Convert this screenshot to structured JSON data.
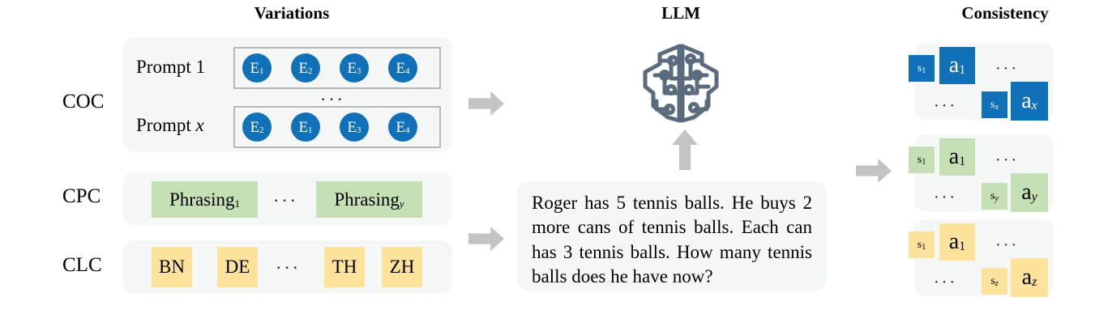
{
  "headers": {
    "variations": "Variations",
    "llm": "LLM",
    "consistency": "Consistency"
  },
  "row_labels": {
    "coc": "COC",
    "cpc": "CPC",
    "clc": "CLC"
  },
  "coc": {
    "prompt_first_label": "Prompt 1",
    "prompt_last_label_prefix": "Prompt ",
    "prompt_last_label_var": "x",
    "ellipsis": "···",
    "row1_elements": [
      {
        "base": "E",
        "sub": "1"
      },
      {
        "base": "E",
        "sub": "2"
      },
      {
        "base": "E",
        "sub": "3"
      },
      {
        "base": "E",
        "sub": "4"
      }
    ],
    "row2_elements": [
      {
        "base": "E",
        "sub": "2"
      },
      {
        "base": "E",
        "sub": "1"
      },
      {
        "base": "E",
        "sub": "3"
      },
      {
        "base": "E",
        "sub": "4"
      }
    ]
  },
  "cpc": {
    "first": {
      "base": "Phrasing",
      "sub": "1",
      "italic_sub": false
    },
    "last": {
      "base": "Phrasing",
      "sub": "y",
      "italic_sub": true
    },
    "ellipsis": "···"
  },
  "clc": {
    "languages": [
      "BN",
      "DE",
      "TH",
      "ZH"
    ],
    "ellipsis": "···"
  },
  "llm": {
    "icon": "brain-circuit-icon",
    "prompt_text": "Roger has 5 tennis balls. He buys 2 more cans of tennis balls. Each can has 3 tennis balls. How many tennis balls does he have now?"
  },
  "consistency": {
    "groups": [
      {
        "id": "blue",
        "color": "#1070b8",
        "first": {
          "s_base": "s",
          "s_sub": "1",
          "s_italic": false,
          "a_base": "a",
          "a_sub": "1",
          "a_italic": false
        },
        "last": {
          "s_base": "s",
          "s_sub": "x",
          "s_italic": true,
          "a_base": "a",
          "a_sub": "x",
          "a_italic": true
        },
        "ellipsis": "···"
      },
      {
        "id": "green",
        "color": "#c5e0b4",
        "first": {
          "s_base": "s",
          "s_sub": "1",
          "s_italic": false,
          "a_base": "a",
          "a_sub": "1",
          "a_italic": false
        },
        "last": {
          "s_base": "s",
          "s_sub": "y",
          "s_italic": true,
          "a_base": "a",
          "a_sub": "y",
          "a_italic": true
        },
        "ellipsis": "···"
      },
      {
        "id": "yellow",
        "color": "#fce29b",
        "first": {
          "s_base": "s",
          "s_sub": "1",
          "s_italic": false,
          "a_base": "a",
          "a_sub": "1",
          "a_italic": false
        },
        "last": {
          "s_base": "s",
          "s_sub": "z",
          "s_italic": true,
          "a_base": "a",
          "a_sub": "z",
          "a_italic": true
        },
        "ellipsis": "···"
      }
    ]
  },
  "arrows": {
    "coc_to_llm": "arrow-right",
    "clc_to_llm": "arrow-right",
    "prompt_to_llm": "arrow-up",
    "llm_to_consistency": "arrow-right"
  },
  "colors": {
    "blue": "#1070b8",
    "green": "#c5e0b4",
    "yellow": "#fce29b",
    "panel_bg": "#f5f6f6",
    "arrow_gray": "#c3c3c3",
    "brain_slate": "#5a6b7d",
    "border_gray": "#b7b7b7"
  }
}
